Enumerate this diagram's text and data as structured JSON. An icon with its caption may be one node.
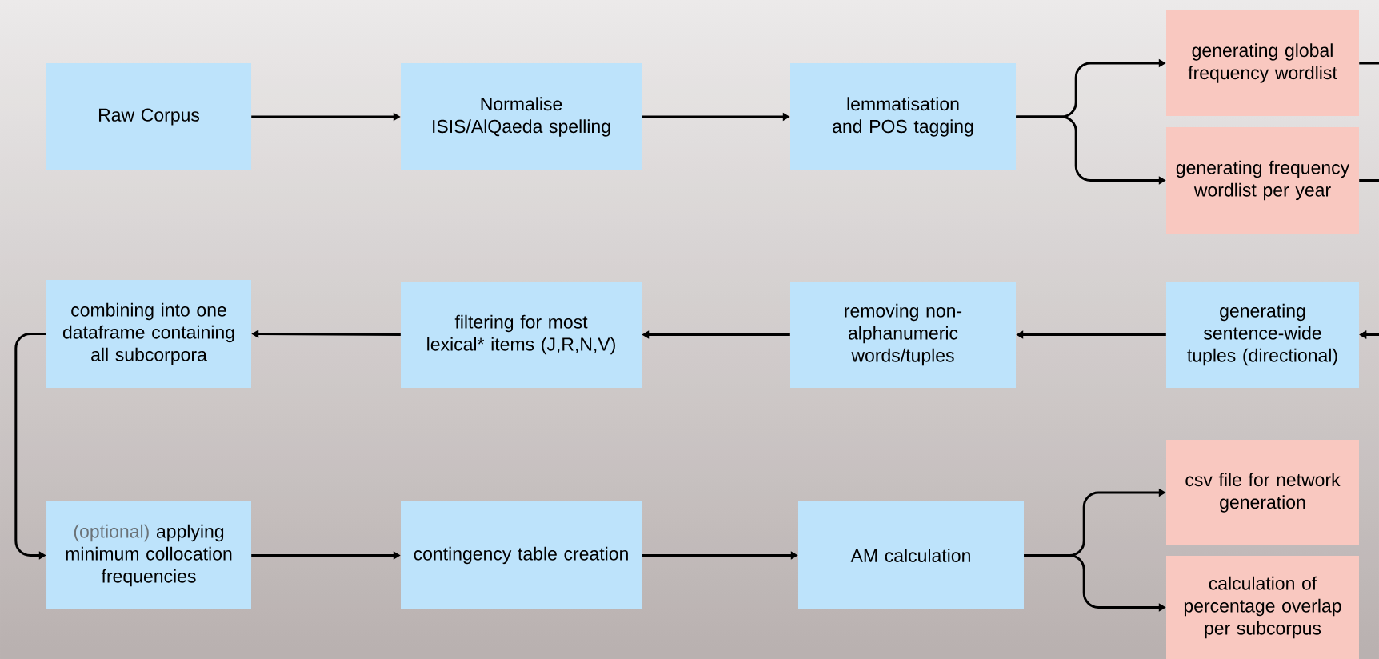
{
  "diagram": {
    "nodes": [
      {
        "text": [
          "Raw Corpus"
        ]
      },
      {
        "text": [
          "Normalise ISIS/AlQaeda spelling"
        ]
      },
      {
        "text": [
          "lemmatisation and POS tagging"
        ]
      },
      {
        "text": [
          "generating global frequency wordlist"
        ]
      },
      {
        "text": [
          "generating frequency wordlist per year"
        ]
      },
      {
        "text": [
          "generating sentence-wide tuples (directional)"
        ]
      },
      {
        "text": [
          "removing non-alphanumeric words/tuples"
        ]
      },
      {
        "text": [
          "filtering for most lexical* items (J,R,N,V)"
        ]
      },
      {
        "text": [
          "combining into one dataframe containing all subcorpora"
        ]
      },
      {
        "text": [
          "(optional)",
          "applying minimum collocation frequencies"
        ]
      },
      {
        "text": [
          "contingency table creation"
        ]
      },
      {
        "text": [
          "AM calculation"
        ]
      },
      {
        "text": [
          "csv file for network generation"
        ]
      },
      {
        "text": [
          "calculation of percentage overlap per subcorpus"
        ]
      }
    ],
    "edges": [
      {
        "from": 0,
        "to": 1,
        "arrow": "to"
      },
      {
        "from": 1,
        "to": 2,
        "arrow": "to"
      },
      {
        "from": 2,
        "to": 3,
        "arrow": "to"
      },
      {
        "from": 2,
        "to": 4,
        "arrow": "to"
      },
      {
        "from": 3,
        "to": 5,
        "arrow": "to"
      },
      {
        "from": 4,
        "to": 5,
        "arrow": "to"
      },
      {
        "from": 5,
        "to": 6,
        "arrow": "to"
      },
      {
        "from": 6,
        "to": 7,
        "arrow": "to"
      },
      {
        "from": 7,
        "to": 8,
        "arrow": "to"
      },
      {
        "from": 8,
        "to": 9,
        "arrow": "to"
      },
      {
        "from": 9,
        "to": 10,
        "arrow": "to"
      },
      {
        "from": 10,
        "to": 11,
        "arrow": "to"
      },
      {
        "from": 11,
        "to": 12,
        "arrow": "to"
      },
      {
        "from": 11,
        "to": 13,
        "arrow": "to"
      }
    ]
  }
}
